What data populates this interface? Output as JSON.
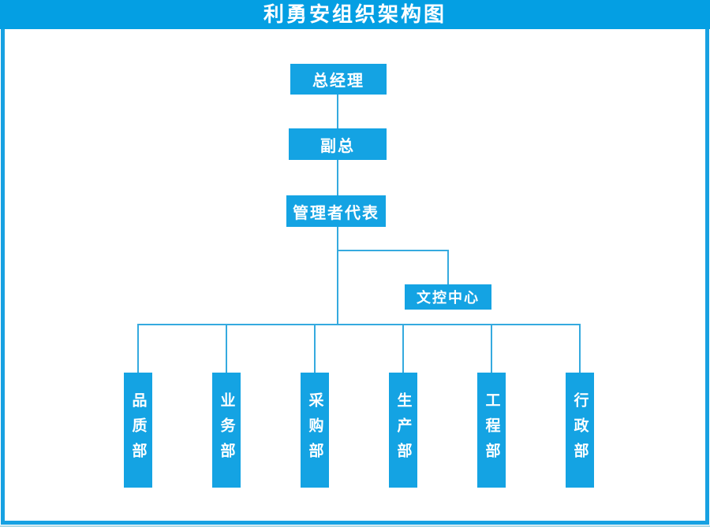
{
  "title": "利勇安组织架构图",
  "colors": {
    "header_bg": "#049fe3",
    "node_fill": "#14a3e3",
    "connector_line": "#35aadf",
    "frame_border": "#17a1e2",
    "node_text": "#ffffff"
  },
  "org": {
    "root": "总经理",
    "deputy": "副总",
    "representative": "管理者代表",
    "doc_center": "文控中心",
    "departments": [
      "品质部",
      "业务部",
      "采购部",
      "生产部",
      "工程部",
      "行政部"
    ]
  }
}
